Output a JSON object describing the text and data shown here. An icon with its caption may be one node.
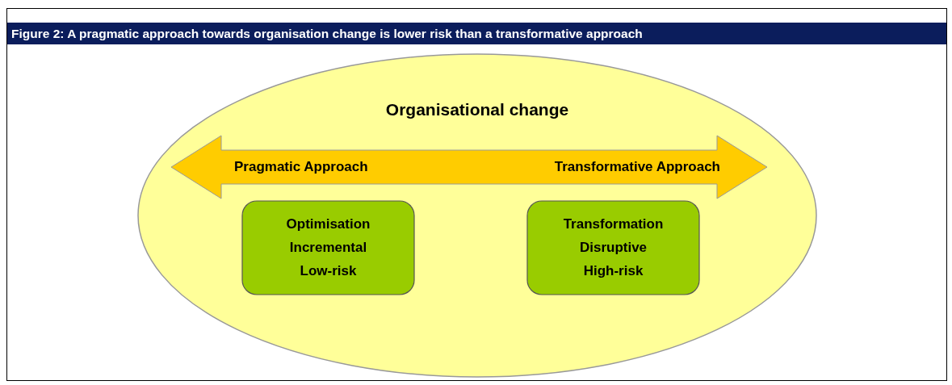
{
  "diagram": {
    "title": "Figure 2: A pragmatic approach towards organisation change is lower risk than a transformative approach",
    "nodes": [
      {
        "text": [
          "Organisational change"
        ]
      },
      {
        "text": [
          "Pragmatic Approach",
          "Transformative Approach"
        ],
        "in": 0
      },
      {
        "text": [
          "Optimisation",
          "Incremental",
          "Low-risk"
        ],
        "in": 0
      },
      {
        "text": [
          "Transformation",
          "Disruptive",
          "High-risk"
        ],
        "in": 0
      }
    ]
  }
}
